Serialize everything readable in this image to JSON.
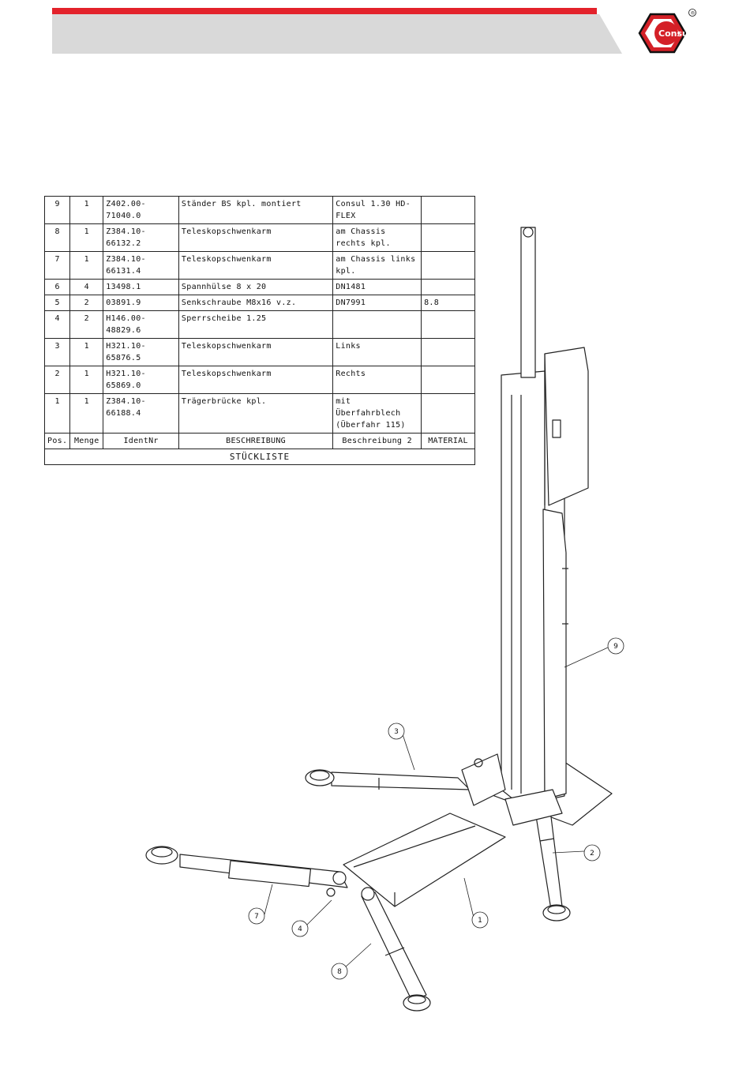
{
  "header": {
    "logo_text": "Consul",
    "registered_mark": "®"
  },
  "parts_list": {
    "rows": [
      {
        "pos": "9",
        "menge": "1",
        "ident": "Z402.00-71040.0",
        "beschreibung": "Ständer BS kpl. montiert",
        "beschreibung2": "Consul 1.30 HD-FLEX",
        "material": ""
      },
      {
        "pos": "8",
        "menge": "1",
        "ident": "Z384.10-66132.2",
        "beschreibung": "Teleskopschwenkarm",
        "beschreibung2": "am Chassis rechts kpl.",
        "material": ""
      },
      {
        "pos": "7",
        "menge": "1",
        "ident": "Z384.10-66131.4",
        "beschreibung": "Teleskopschwenkarm",
        "beschreibung2": "am Chassis links kpl.",
        "material": ""
      },
      {
        "pos": "6",
        "menge": "4",
        "ident": "13498.1",
        "beschreibung": "Spannhülse 8 x 20",
        "beschreibung2": "DN1481",
        "material": ""
      },
      {
        "pos": "5",
        "menge": "2",
        "ident": "03891.9",
        "beschreibung": "Senkschraube M8x16  v.z.",
        "beschreibung2": "DN7991",
        "material": "8.8"
      },
      {
        "pos": "4",
        "menge": "2",
        "ident": "H146.00-48829.6",
        "beschreibung": "Sperrscheibe 1.25",
        "beschreibung2": "",
        "material": ""
      },
      {
        "pos": "3",
        "menge": "1",
        "ident": "H321.10-65876.5",
        "beschreibung": "Teleskopschwenkarm",
        "beschreibung2": "Links",
        "material": ""
      },
      {
        "pos": "2",
        "menge": "1",
        "ident": "H321.10-65869.0",
        "beschreibung": "Teleskopschwenkarm",
        "beschreibung2": "Rechts",
        "material": ""
      },
      {
        "pos": "1",
        "menge": "1",
        "ident": "Z384.10-66188.4",
        "beschreibung": "Trägerbrücke kpl.",
        "beschreibung2": "mit Überfahrblech (Überfahr 115)",
        "material": ""
      }
    ],
    "headers": {
      "pos": "Pos.",
      "menge": "Menge",
      "ident": "IdentNr",
      "beschreibung": "BESCHREIBUNG",
      "beschreibung2": "Beschreibung 2",
      "material": "MATERIAL"
    },
    "caption": "STÜCKLISTE"
  },
  "callouts": {
    "c9": "9",
    "c3": "3",
    "c2": "2",
    "c7": "7",
    "c4": "4",
    "c1": "1",
    "c8": "8"
  },
  "colors": {
    "brand_red": "#e3222b",
    "header_grey": "#d9d9d9"
  }
}
